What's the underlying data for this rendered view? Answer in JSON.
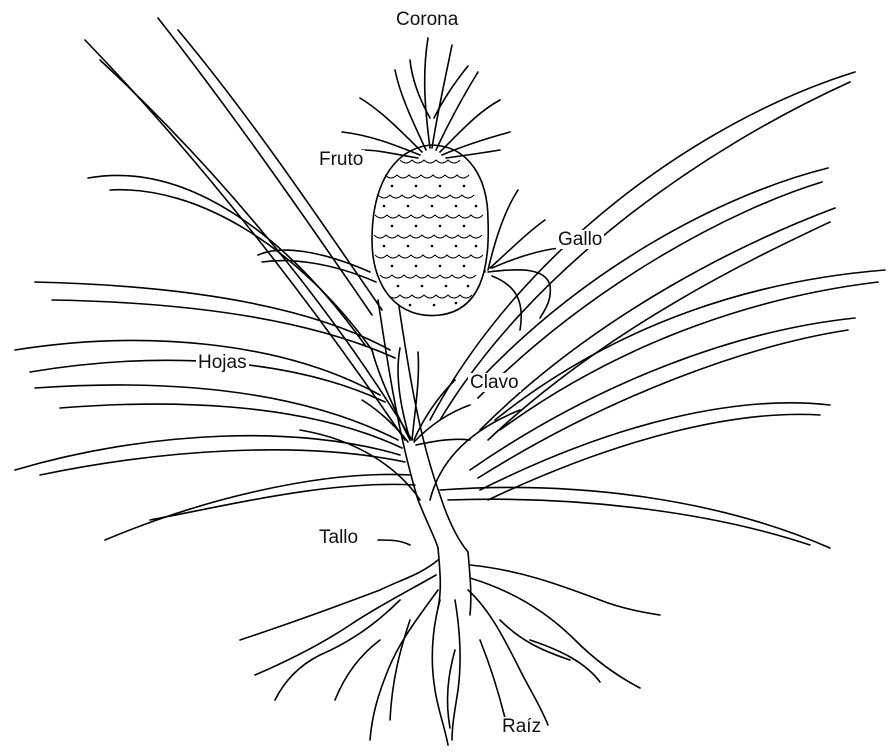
{
  "diagram": {
    "labels": {
      "corona": "Corona",
      "fruto": "Fruto",
      "gallo": "Gallo",
      "hojas": "Hojas",
      "clavo": "Clavo",
      "tallo": "Tallo",
      "raiz": "Raíz"
    },
    "colors": {
      "ink": "#000000",
      "background": "#ffffff"
    }
  }
}
